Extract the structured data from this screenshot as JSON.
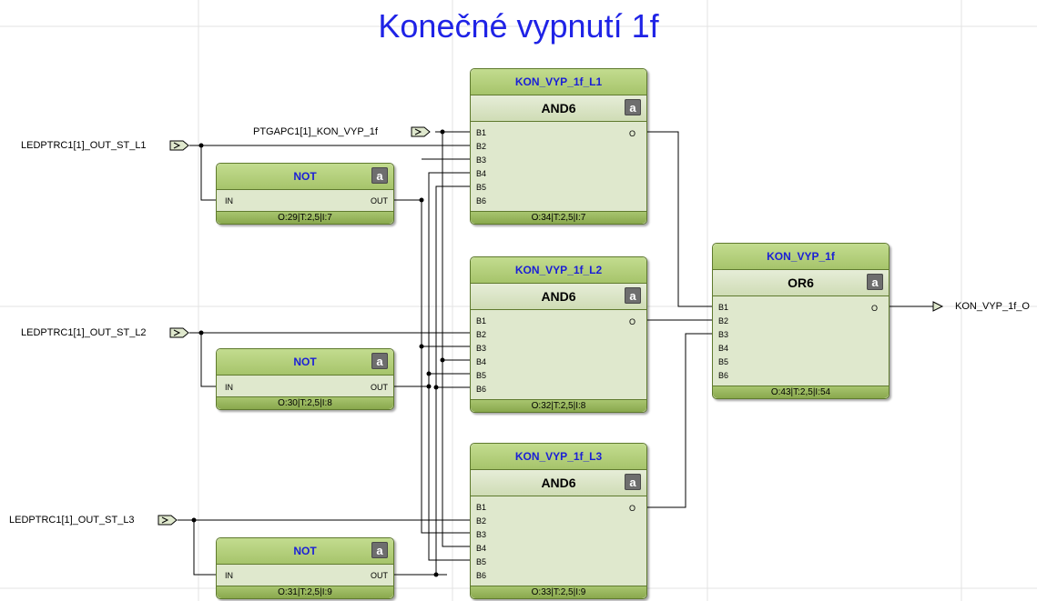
{
  "title": "Konečné vypnutí 1f",
  "inputs": {
    "l1": "LEDPTRC1[1]_OUT_ST_L1",
    "l2": "LEDPTRC1[1]_OUT_ST_L2",
    "l3": "LEDPTRC1[1]_OUT_ST_L3",
    "ptg": "PTGAPC1[1]_KON_VYP_1f"
  },
  "output": "KON_VYP_1f_O",
  "blocks": {
    "not1": {
      "type": "NOT",
      "in": "IN",
      "out": "OUT",
      "footer": "O:29|T:2,5|I:7"
    },
    "not2": {
      "type": "NOT",
      "in": "IN",
      "out": "OUT",
      "footer": "O:30|T:2,5|I:8"
    },
    "not3": {
      "type": "NOT",
      "in": "IN",
      "out": "OUT",
      "footer": "O:31|T:2,5|I:9"
    },
    "and1": {
      "name": "KON_VYP_1f_L1",
      "type": "AND6",
      "out": "O",
      "footer": "O:34|T:2,5|I:7"
    },
    "and2": {
      "name": "KON_VYP_1f_L2",
      "type": "AND6",
      "out": "O",
      "footer": "O:32|T:2,5|I:8"
    },
    "and3": {
      "name": "KON_VYP_1f_L3",
      "type": "AND6",
      "out": "O",
      "footer": "O:33|T:2,5|I:9"
    },
    "or": {
      "name": "KON_VYP_1f",
      "type": "OR6",
      "out": "O",
      "footer": "O:43|T:2,5|I:54"
    }
  },
  "pins": [
    "B1",
    "B2",
    "B3",
    "B4",
    "B5",
    "B6"
  ],
  "lock_icon": "padlock-icon"
}
